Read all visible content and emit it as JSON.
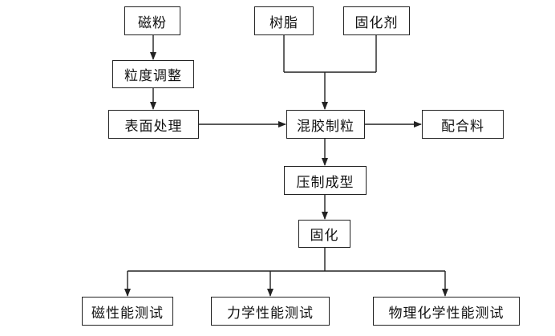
{
  "nodes": {
    "cifen": "磁粉",
    "shuzhi": "树脂",
    "guhuaji": "固化剂",
    "lidu_tiaozheng": "粒度调整",
    "biaomian_chuli": "表面处理",
    "hunjiao_zhili": "混胶制粒",
    "peiheliao": "配合料",
    "yazhi_chengxing": "压制成型",
    "guhua": "固化",
    "cixingneng_ceshi": "磁性能测试",
    "lixue_xingneng_ceshi": "力学性能测试",
    "wuli_huaxue_xingneng_ceshi": "物理化学性能测试"
  },
  "colors": {
    "line": "#222222",
    "box_border": "#222222",
    "text": "#111111",
    "background": "#ffffff"
  }
}
